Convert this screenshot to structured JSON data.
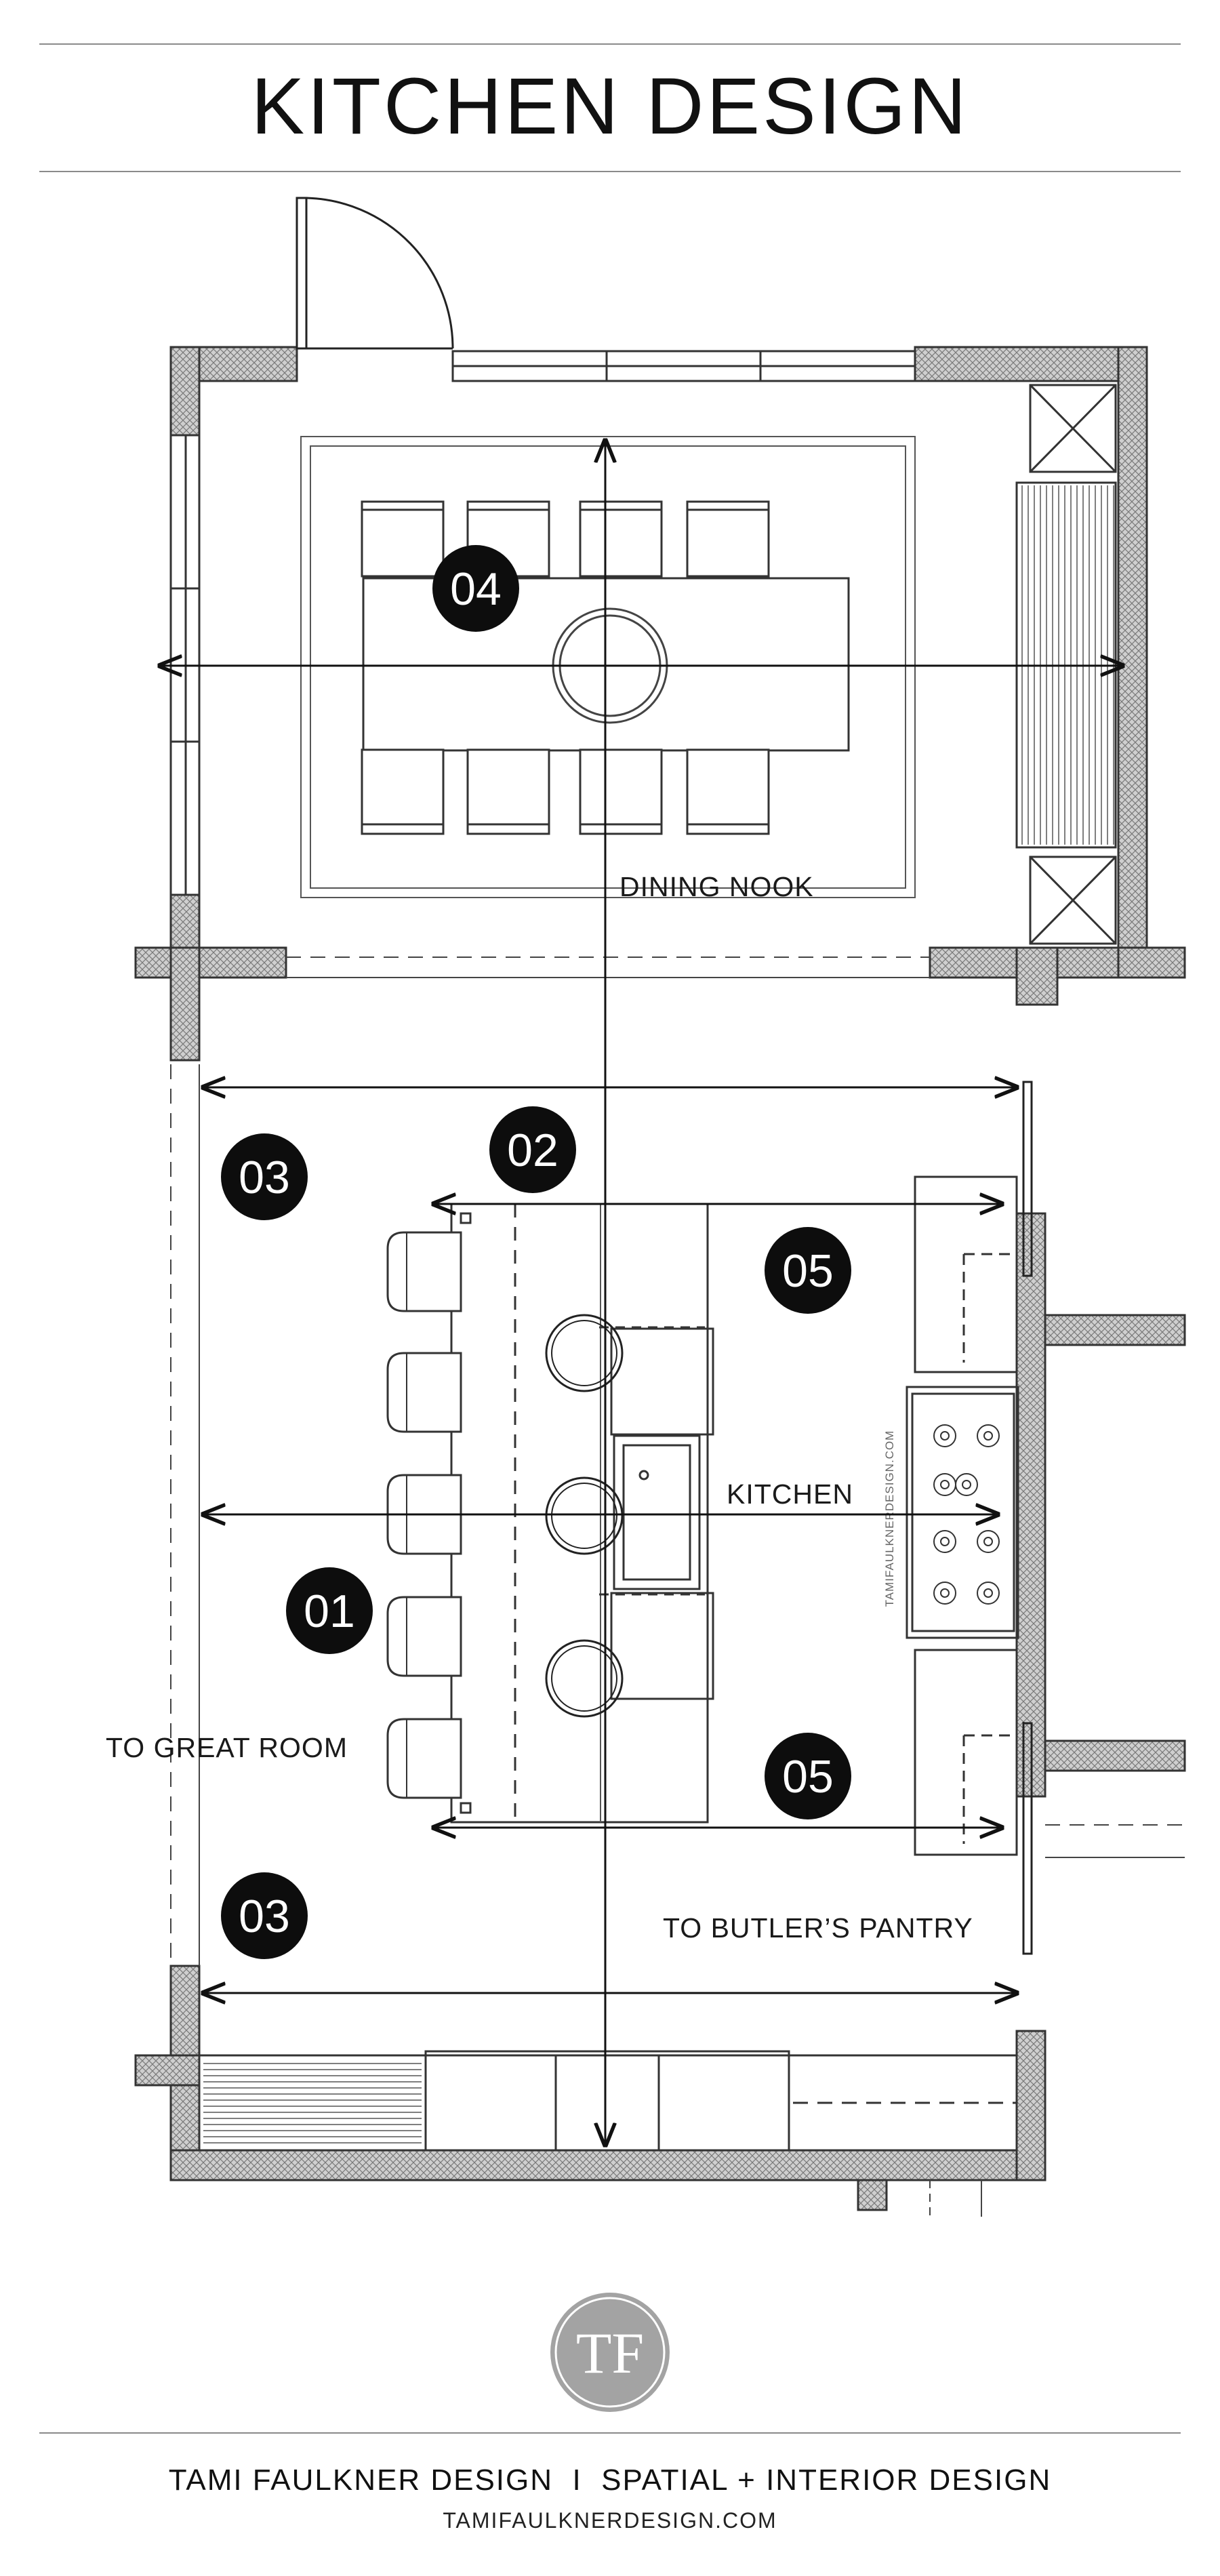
{
  "header": {
    "title": "KITCHEN DESIGN"
  },
  "plan": {
    "room_labels": {
      "dining": "DINING NOOK",
      "kitchen": "KITCHEN",
      "great_room": "TO GREAT ROOM",
      "butlers_pantry": "TO BUTLER’S PANTRY"
    },
    "markers": [
      "04",
      "03",
      "02",
      "05",
      "01",
      "05",
      "03"
    ],
    "watermark": "TAMIFAULKNERDESIGN.COM"
  },
  "logo": {
    "monogram": "TF"
  },
  "footer": {
    "line": "TAMI FAULKNER DESIGN  I  SPATIAL + INTERIOR DESIGN",
    "url": "TAMIFAULKNERDESIGN.COM"
  },
  "colors": {
    "ink": "#1a1a1a",
    "wall_fill": "#c9c9c9",
    "badge": "#0d0d0d",
    "logo": "#a3a3a3"
  }
}
